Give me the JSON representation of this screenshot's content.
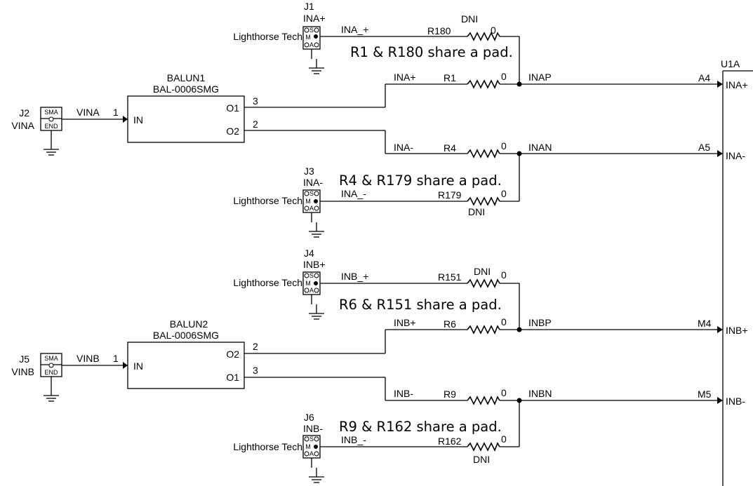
{
  "connectors": {
    "J1": {
      "ref": "J1",
      "net": "INA+",
      "vendor": "Lighthorse Tech",
      "wire": "INA_+"
    },
    "J3": {
      "ref": "J3",
      "net": "INA-",
      "vendor": "Lighthorse Tech",
      "wire": "INA_-"
    },
    "J4": {
      "ref": "J4",
      "net": "INB+",
      "vendor": "Lighthorse Tech",
      "wire": "INB_+"
    },
    "J6": {
      "ref": "J6",
      "net": "INB-",
      "vendor": "Lighthorse Tech",
      "wire": "INB_-"
    },
    "J2": {
      "ref": "J2",
      "net": "VINA",
      "wire": "VINA",
      "pin": "1"
    },
    "J5": {
      "ref": "J5",
      "net": "VINB",
      "wire": "VINB",
      "pin": "1"
    }
  },
  "connector_pins": {
    "s": "S",
    "m": "M",
    "a": "A",
    "sma": "SMA",
    "end": "END"
  },
  "baluns": {
    "B1": {
      "ref": "BALUN1",
      "part": "BAL-0006SMG",
      "in": "IN",
      "out_top": "O1",
      "out_bottom": "O2",
      "pin_top": "3",
      "pin_bottom": "2"
    },
    "B2": {
      "ref": "BALUN2",
      "part": "BAL-0006SMG",
      "in": "IN",
      "out_top": "O2",
      "out_bottom": "O1",
      "pin_top": "2",
      "pin_bottom": "3"
    }
  },
  "resistors": {
    "R180": {
      "ref": "R180",
      "value": "0",
      "tag": "DNI"
    },
    "R1": {
      "ref": "R1",
      "value": "0"
    },
    "R4": {
      "ref": "R4",
      "value": "0"
    },
    "R179": {
      "ref": "R179",
      "value": "0",
      "tag": "DNI"
    },
    "R151": {
      "ref": "R151",
      "value": "0",
      "tag": "DNI"
    },
    "R6": {
      "ref": "R6",
      "value": "0"
    },
    "R9": {
      "ref": "R9",
      "value": "0"
    },
    "R162": {
      "ref": "R162",
      "value": "0",
      "tag": "DNI"
    }
  },
  "nets": {
    "ina_plus": "INA+",
    "ina_minus": "INA-",
    "inb_plus": "INB+",
    "inb_minus": "INB-",
    "inap": "INAP",
    "inan": "INAN",
    "inbp": "INBP",
    "inbn": "INBN"
  },
  "notes": {
    "n1": "R1 & R180 share a pad.",
    "n2": "R4 & R179 share a pad.",
    "n3": "R6 & R151 share a pad.",
    "n4": "R9 & R162 share a pad."
  },
  "ic": {
    "ref": "U1A",
    "pins": [
      {
        "num": "A4",
        "name": "INA+"
      },
      {
        "num": "A5",
        "name": "INA-"
      },
      {
        "num": "M4",
        "name": "INB+"
      },
      {
        "num": "M5",
        "name": "INB-"
      }
    ]
  }
}
